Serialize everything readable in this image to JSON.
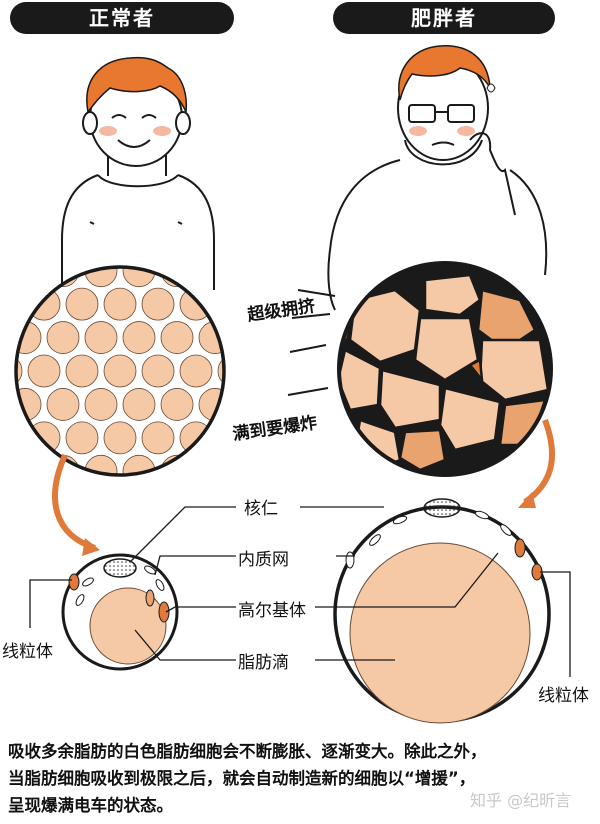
{
  "headers": {
    "normal": "正常者",
    "obese": "肥胖者"
  },
  "handwritten": {
    "crowded": "超级拥挤",
    "bursting": "满到要爆炸"
  },
  "labels": {
    "nucleolus": "核仁",
    "er": "内质网",
    "golgi": "高尔基体",
    "lipid_droplet": "脂肪滴",
    "mitochondria_left": "线粒体",
    "mitochondria_right": "线粒体"
  },
  "caption": {
    "line1": "吸收多余脂肪的白色脂肪细胞会不断膨胀、逐渐变大。除此之外，",
    "line2": "当脂肪细胞吸收到极限之后，就会自动制造新的细胞以“增援”，",
    "line3": "呈现爆满电车的状态。"
  },
  "watermark": "知乎 @纪昕言",
  "colors": {
    "fat": "#f5c8a6",
    "orange": "#e07a3a",
    "hair": "#e8782f",
    "dark": "#1a1a1a"
  }
}
